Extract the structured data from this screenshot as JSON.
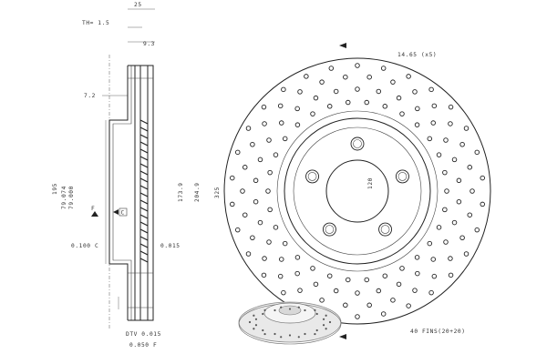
{
  "side_view": {
    "dim_top_width": "25",
    "dim_hat_thickness": "TH= 1.5",
    "dim_inner_width": "9.3",
    "dim_flange": "7.2",
    "dim_centering_outer": "195",
    "dim_centering_bore_max": "79.074",
    "dim_centering_bore_min": "79.000",
    "dim_hat_diameter": "173.9",
    "dim_inner_diameter": "204.9",
    "dim_outer_diameter": "325",
    "datum_f": "F",
    "datum_c": "C",
    "tol_runout": "0.100 C",
    "tol_flatness": "0.015",
    "tol_dtv": "DTV 0.015",
    "tol_parallel": "0.050 F"
  },
  "front_view": {
    "dim_hole_pattern": "14.65 (x5)",
    "dim_pcd": "120",
    "dim_fins": "40 FINS(20+20)",
    "bolt_hole_count": 5,
    "pcd_mm": 120,
    "outer_diameter_mm": 325
  }
}
